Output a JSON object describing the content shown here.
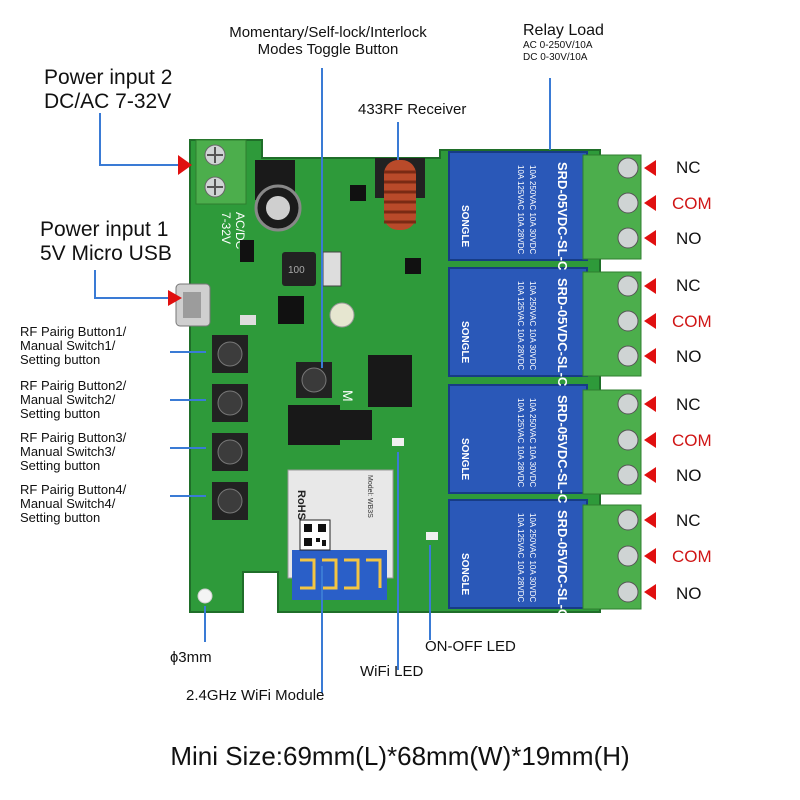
{
  "labels": {
    "power2": [
      "Power input 2",
      "DC/AC 7-32V"
    ],
    "power1": [
      "Power input 1",
      "5V Micro USB"
    ],
    "mode_button": [
      "Momentary/Self-lock/Interlock",
      "Modes Toggle Button"
    ],
    "rf_receiver": "433RF Receiver",
    "relay_load": {
      "title": "Relay Load",
      "ac": "AC 0-250V/10A",
      "dc": "DC 0-30V/10A"
    },
    "buttons": [
      [
        "RF Pairig Button1/",
        "Manual Switch1/",
        "Setting button"
      ],
      [
        "RF Pairig Button2/",
        "Manual Switch2/",
        "Setting button"
      ],
      [
        "RF Pairig Button3/",
        "Manual Switch3/",
        "Setting button"
      ],
      [
        "RF Pairig Button4/",
        "Manual Switch4/",
        "Setting button"
      ]
    ],
    "hole": "ɸ3mm",
    "wifi_module": "2.4GHz WiFi Module",
    "wifi_led": "WiFi LED",
    "onoff_led": "ON-OFF LED",
    "size": "Mini Size:69mm(L)*68mm(W)*19mm(H)",
    "relay_pins": [
      [
        "NC",
        "COM",
        "NO"
      ],
      [
        "NC",
        "COM",
        "NO"
      ],
      [
        "NC",
        "COM",
        "NO"
      ],
      [
        "NC",
        "COM",
        "NO"
      ]
    ]
  },
  "board_text": {
    "input_marking": [
      "AC/DC",
      "7-32V"
    ],
    "relay_model": "SRD-05VDC-SL-C",
    "relay_brand": "SONGLE",
    "relay_ratings": [
      "10A 250VAC  10A 30VDC",
      "10A 125VAC  10A 28VDC"
    ],
    "module_rohs": "RoHS",
    "module_model": "Model: WB3S",
    "module_mark": "M"
  },
  "colors": {
    "pcb": "#2e9a3a",
    "terminal": "#4cae4c",
    "relay": "#2a58b8",
    "arrow": "#3a7bd5",
    "com_text": "#d01515"
  }
}
